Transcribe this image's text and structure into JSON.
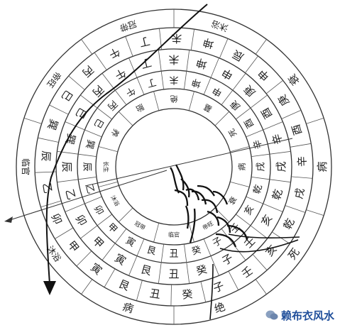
{
  "rings": {
    "outer": [
      "病",
      "死",
      "绝",
      "病",
      "沐浴",
      "临官",
      "帝旺",
      "冠带",
      "沐浴",
      "衰"
    ],
    "ring2": [
      "辰",
      "申",
      "庚",
      "酉",
      "辛",
      "戌",
      "乾",
      "亥",
      "壬",
      "子",
      "癸",
      "丑",
      "艮",
      "寅",
      "甲",
      "卯",
      "乙",
      "辰",
      "巽",
      "巳",
      "丙",
      "午",
      "丁",
      "未",
      "坤"
    ],
    "ring3": [
      "申",
      "庚",
      "酉",
      "辛",
      "戌",
      "乾",
      "亥",
      "壬",
      "子",
      "癸",
      "丑",
      "艮",
      "寅",
      "甲",
      "卯",
      "乙",
      "辰",
      "巽",
      "巳",
      "丙",
      "午",
      "丁",
      "未",
      "坤"
    ],
    "ring4": [
      "申",
      "庚",
      "酉",
      "辛",
      "戌",
      "乾",
      "亥",
      "壬",
      "子",
      "癸",
      "丑",
      "艮",
      "寅",
      "甲",
      "卯",
      "乙",
      "辰",
      "巽",
      "巳",
      "丙",
      "午",
      "丁",
      "未",
      "坤"
    ],
    "inner": [
      "墓",
      "死",
      "病",
      "衰",
      "帝旺",
      "临官",
      "冠带",
      "沐浴",
      "长生",
      "养",
      "胎",
      "绝"
    ]
  },
  "watermark": "赖布衣风水",
  "colors": {
    "line": "#333333",
    "text": "#222222",
    "watermark": "#1f4e9a"
  }
}
